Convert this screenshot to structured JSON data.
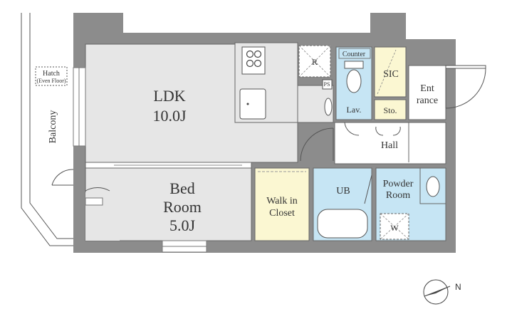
{
  "rooms": {
    "ldk": {
      "name": "LDK",
      "size": "10.0J"
    },
    "bedroom": {
      "name_line1": "Bed",
      "name_line2": "Room",
      "size": "5.0J"
    },
    "walk_in_closet": {
      "line1": "Walk in",
      "line2": "Closet"
    },
    "unit_bath": "UB",
    "powder_room": {
      "line1": "Powder",
      "line2": "Room"
    },
    "washer": "W",
    "lavatory": "Lav.",
    "counter": "Counter",
    "sic": "SIC",
    "storage": "Sto.",
    "entrance": {
      "line1": "Ent",
      "line2": "rance"
    },
    "hall": "Hall",
    "refrigerator": "R",
    "ps": "PS"
  },
  "balcony": {
    "label": "Balcony",
    "hatch_label": "Hatch",
    "hatch_note": "(Even Floor)"
  },
  "compass": {
    "label": "N"
  },
  "colors": {
    "wall": "#8c8c8c",
    "floor": "#e6e6e6",
    "wet_area": "#c6e5f4",
    "closet": "#fbf7d2",
    "line": "#555555"
  }
}
